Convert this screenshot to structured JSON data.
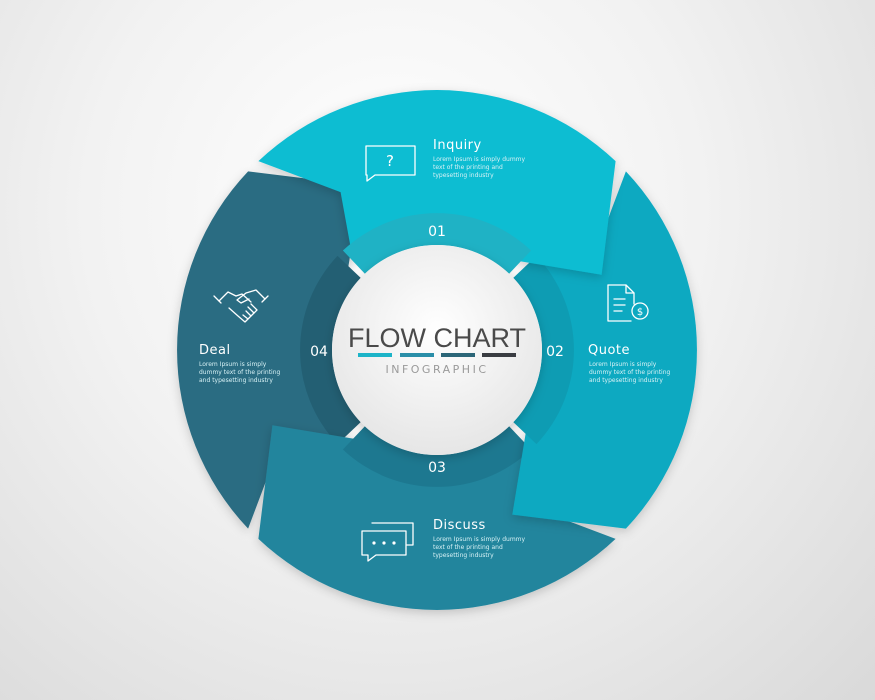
{
  "title": "FLOW CHART",
  "subtitle": "INFOGRAPHIC",
  "colors": {
    "inquiry": "#0cbdd2",
    "quote": "#0ba9c1",
    "discuss": "#23859d",
    "deal": "#2a6c82",
    "bar_1": "#1cb4c8",
    "bar_2": "#2a8ea8",
    "bar_3": "#2c6678",
    "bar_4": "#3a3d42"
  },
  "steps": [
    {
      "number": "01",
      "title": "Inquiry",
      "icon": "question-chat-icon",
      "body": [
        "Lorem Ipsum is simply dummy",
        "text of the printing and",
        "typesetting industry"
      ]
    },
    {
      "number": "02",
      "title": "Quote",
      "icon": "invoice-dollar-icon",
      "body": [
        "Lorem Ipsum is simply",
        "dummy text of the printing",
        "and typesetting industry"
      ]
    },
    {
      "number": "03",
      "title": "Discuss",
      "icon": "conversation-icon",
      "body": [
        "Lorem Ipsum is simply dummy",
        "text of the printing and",
        "typesetting industry"
      ]
    },
    {
      "number": "04",
      "title": "Deal",
      "icon": "handshake-icon",
      "body": [
        "Lorem Ipsum is simply",
        "dummy text of the printing",
        "and typesetting industry"
      ]
    }
  ]
}
